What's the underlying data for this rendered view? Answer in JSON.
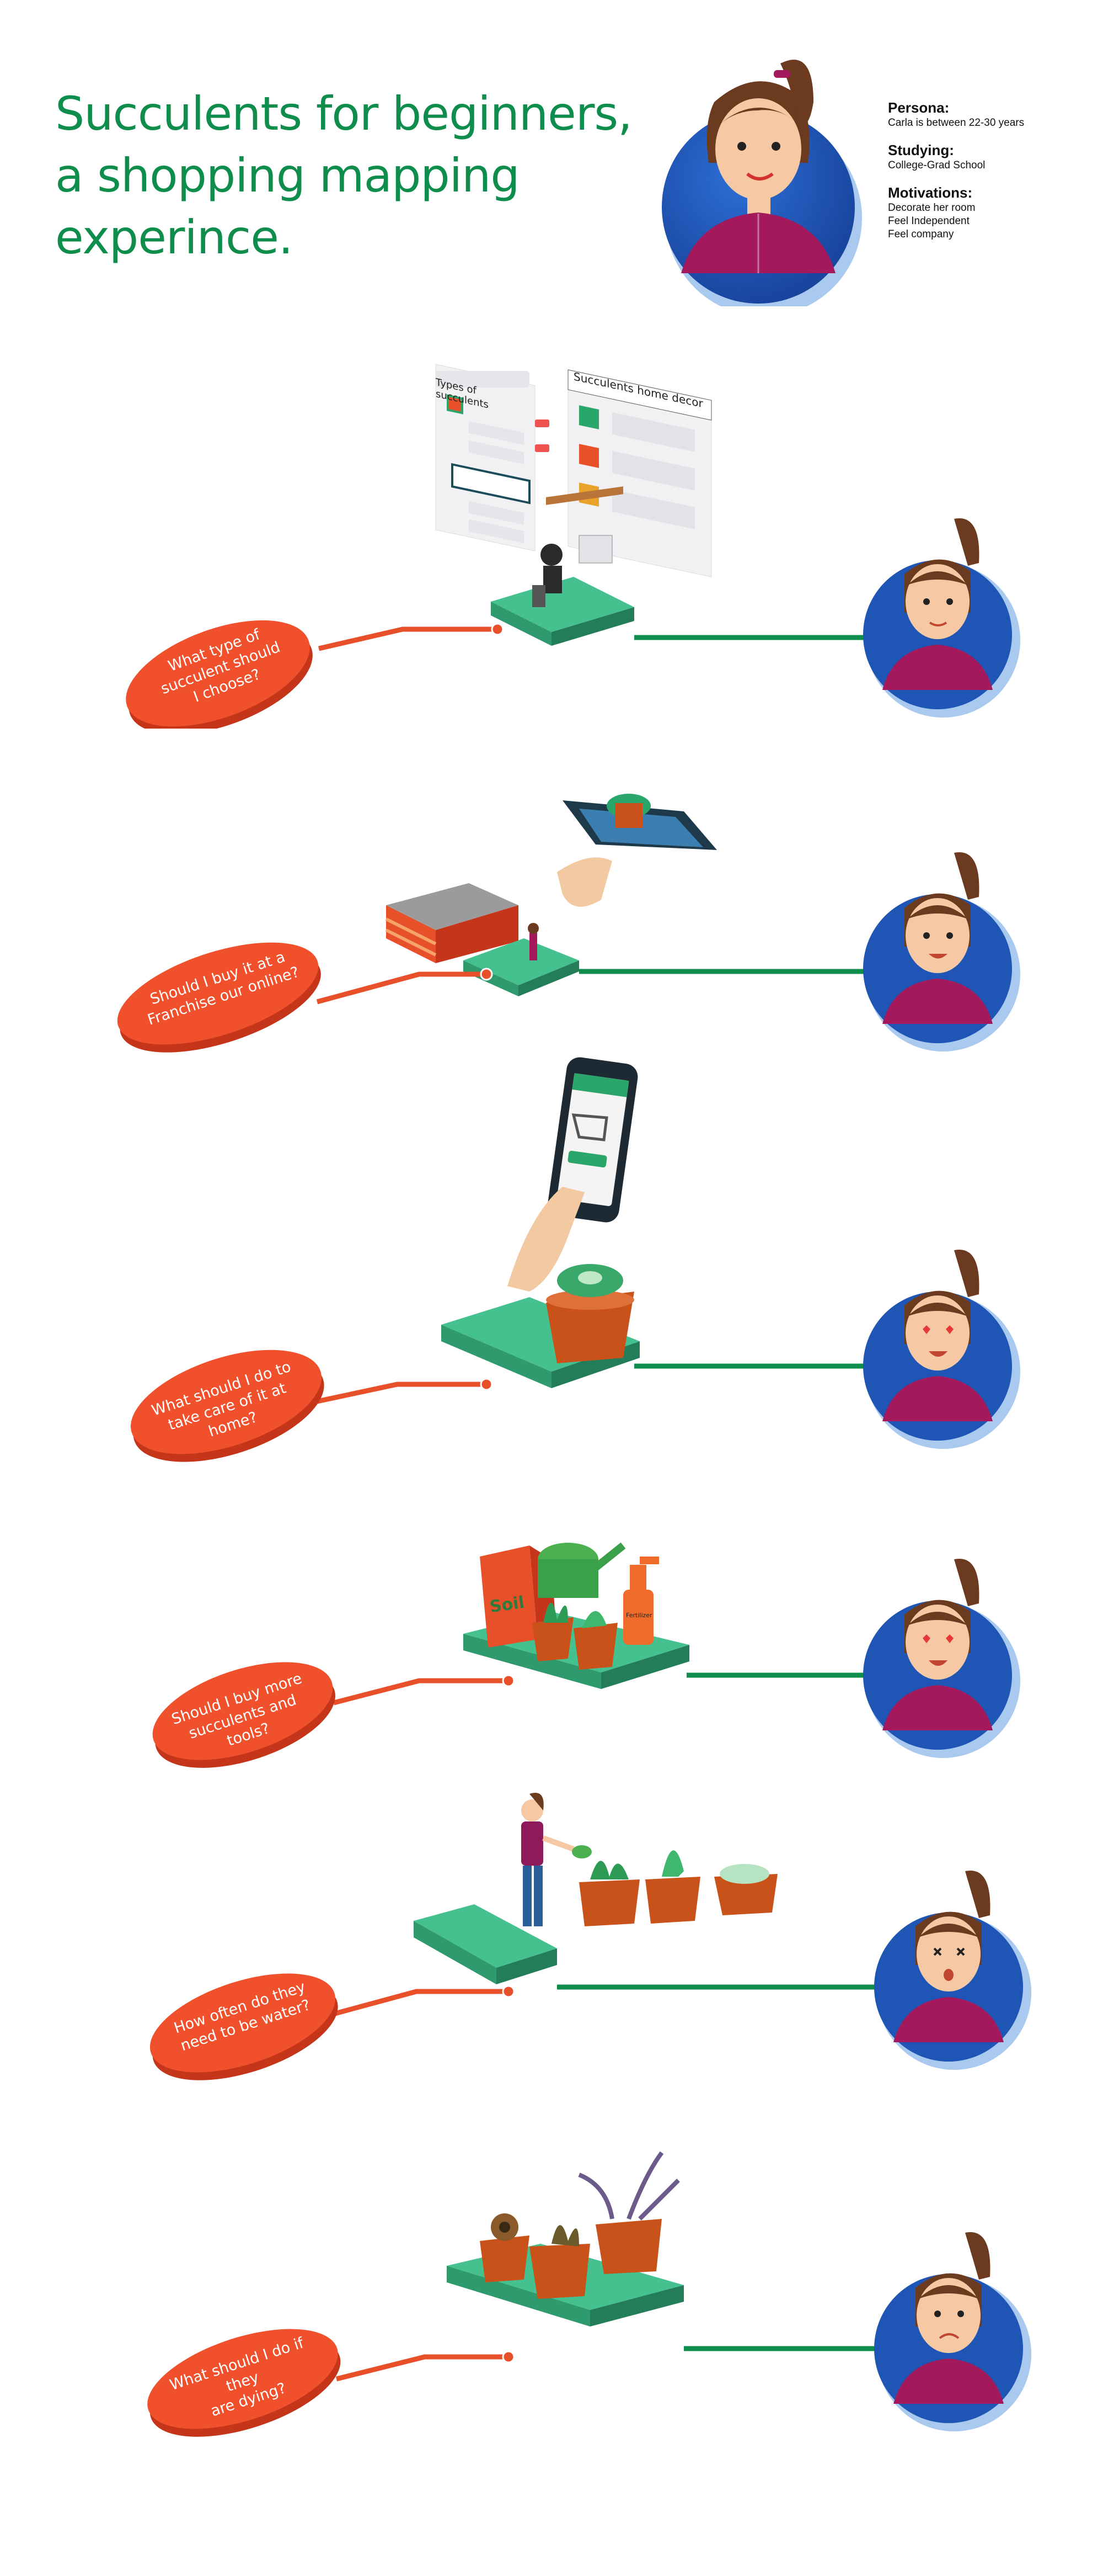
{
  "title": {
    "line1": "Succulents for beginners,",
    "line2": "a shopping mapping",
    "line3": "experince."
  },
  "persona": {
    "label": "Persona:",
    "value": "Carla is between 22-30 years",
    "studying_label": "Studying:",
    "studying_value": "College-Grad School",
    "motivations_label": "Motivations:",
    "motivations": [
      "Decorate her room",
      "Feel Independent",
      "Feel company"
    ]
  },
  "steps": [
    {
      "q1": "What type of",
      "q2": "succulent should",
      "q3": "I choose?",
      "ui_left_title": "Types of succulents",
      "ui_right_title": "Succulents home decor"
    },
    {
      "q1": "Should I buy it at a",
      "q2": "Franchise our online?",
      "q3": ""
    },
    {
      "q1": "What should I do to",
      "q2": "take care of it at home?",
      "q3": ""
    },
    {
      "q1": "Should I buy more",
      "q2": "succulents and tools?",
      "q3": "",
      "soil_label": "Soil",
      "spray_label": "Fertilizer"
    },
    {
      "q1": "How often do they",
      "q2": "need to be water?",
      "q3": ""
    },
    {
      "q1": "What should I do if they",
      "q2": "are dying?",
      "q3": ""
    }
  ],
  "colors": {
    "brand_green": "#0e8d4d",
    "connector_orange": "#e8502a",
    "bubble_orange": "#f0502c",
    "avatar_blue": "#1f56b5",
    "platform_green": "#3db98a"
  },
  "icons": [
    "persona-avatar-icon",
    "desk-icon",
    "store-icon",
    "phone-icon",
    "succulent-pot-icon",
    "watering-can-icon",
    "soil-bag-icon",
    "spray-bottle-icon",
    "gardener-icon",
    "wilted-plant-icon"
  ]
}
